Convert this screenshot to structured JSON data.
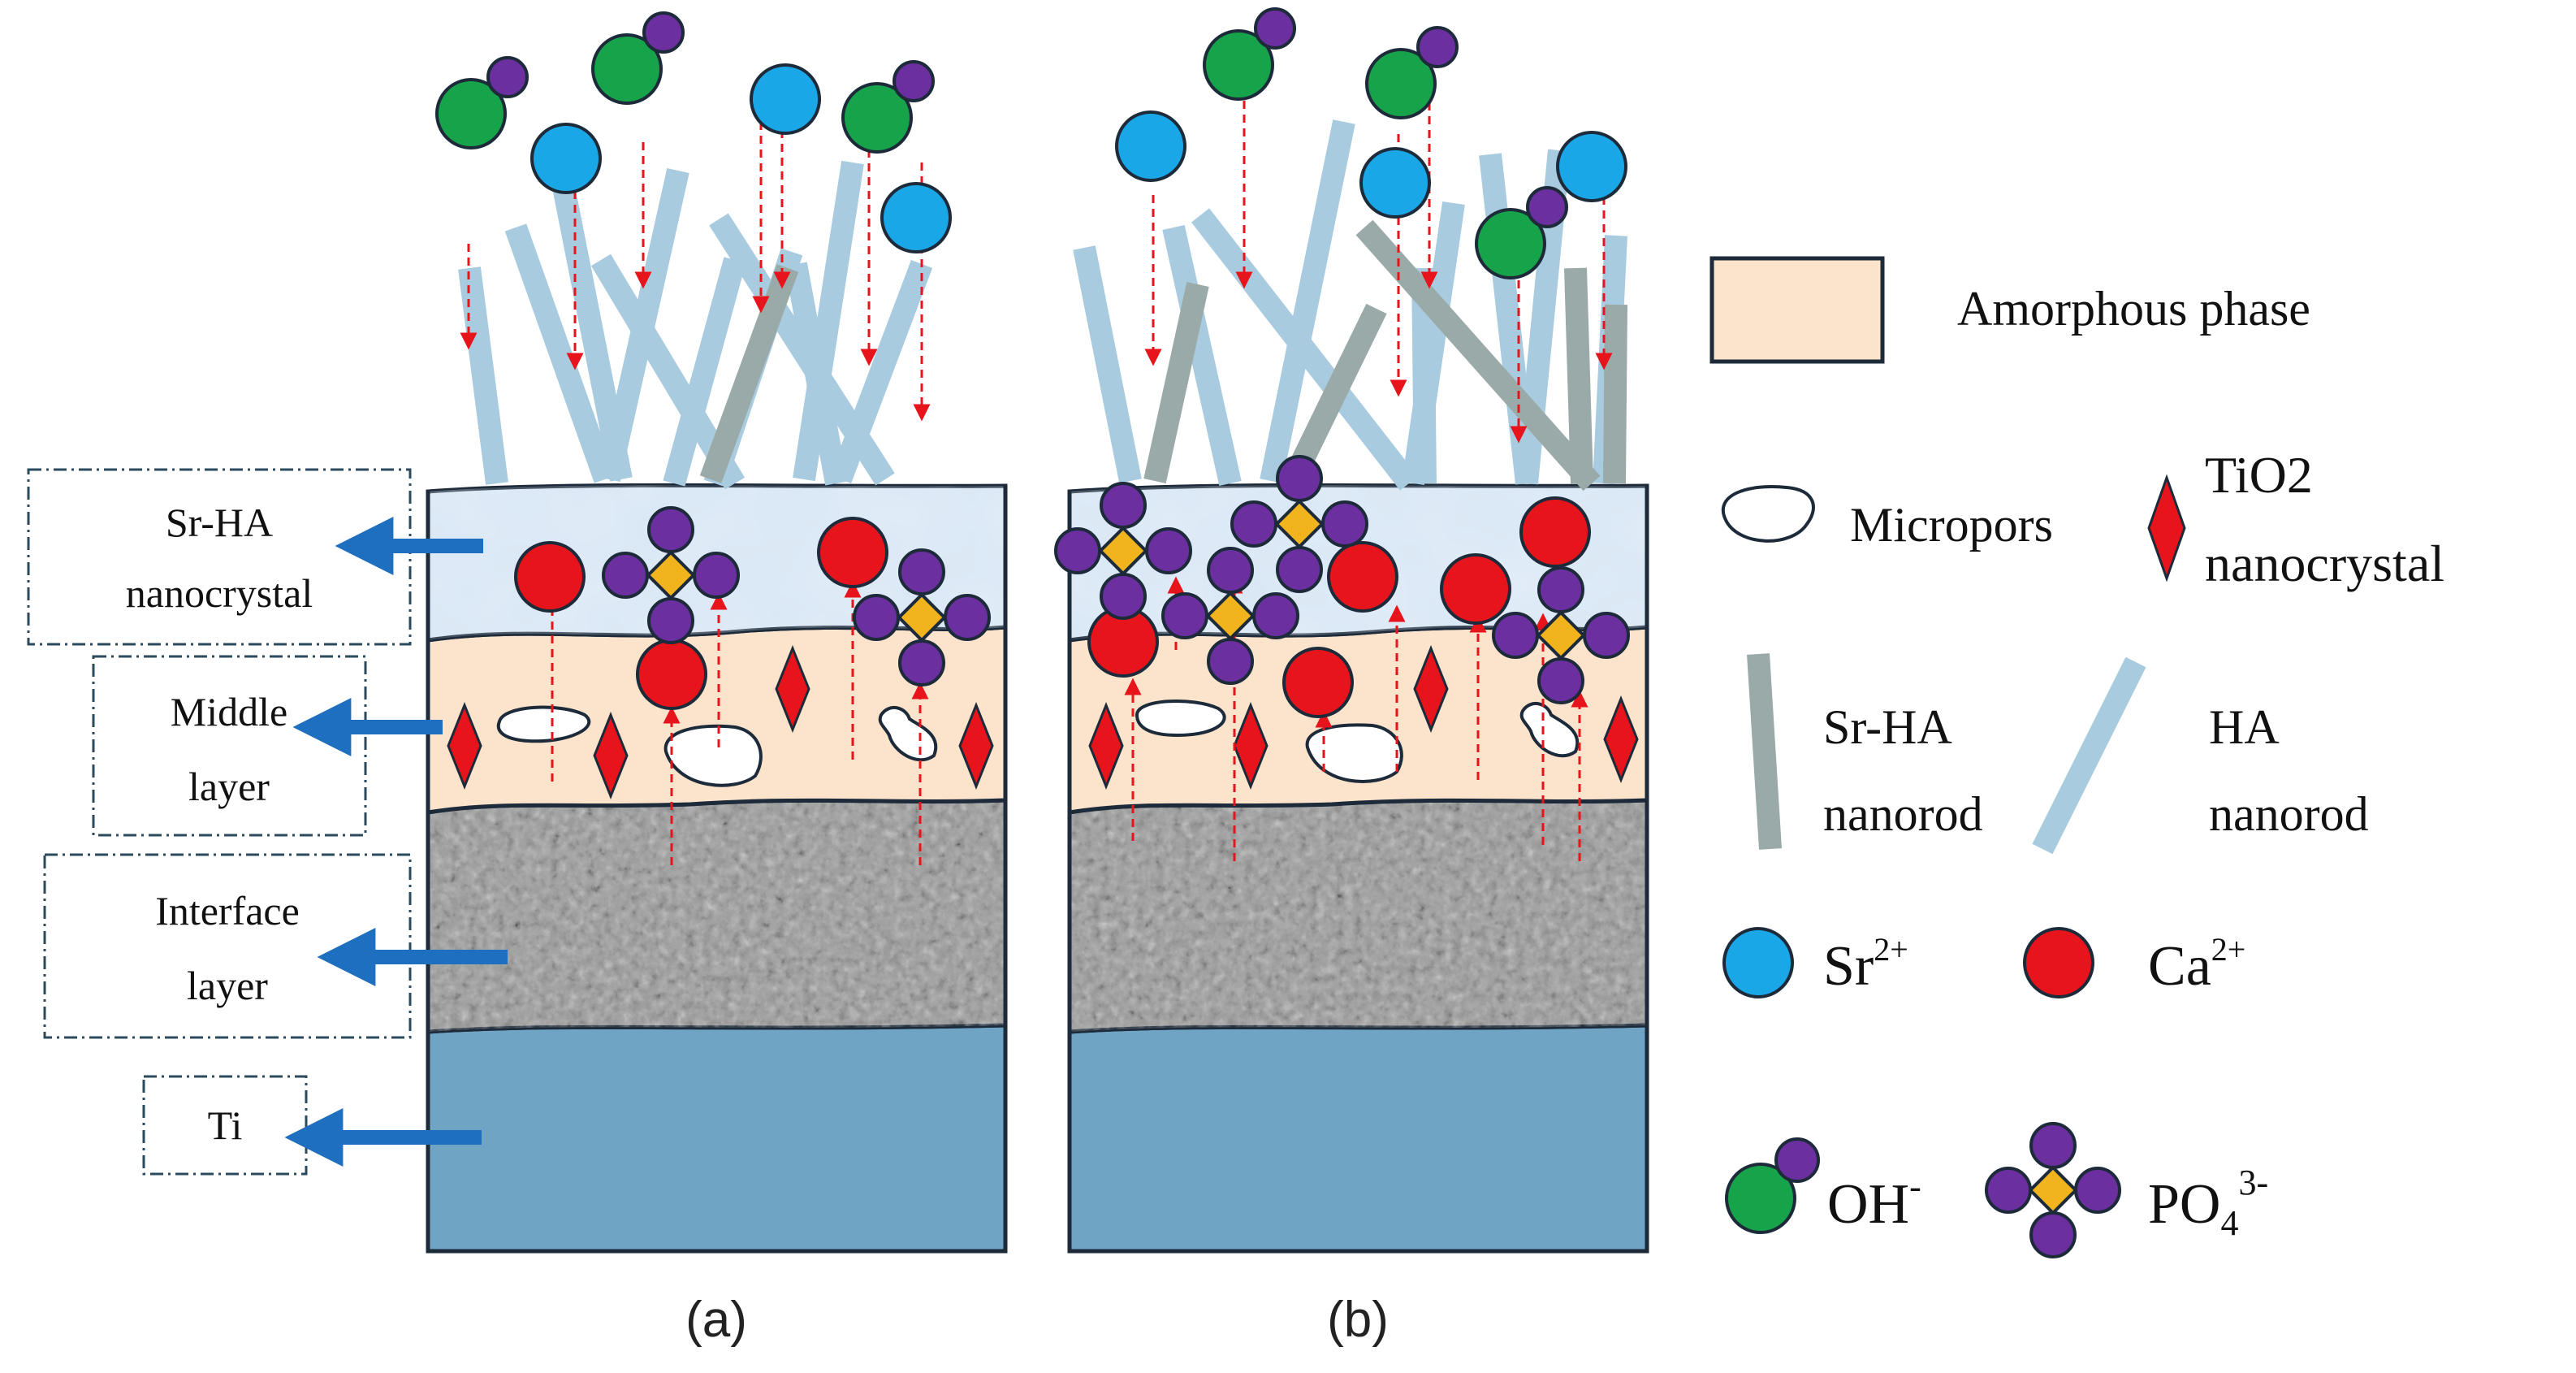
{
  "side_labels": {
    "sr_ha_nanocrystal": [
      "Sr-HA",
      "nanocrystal"
    ],
    "middle_layer": [
      "Middle",
      "layer"
    ],
    "interface_layer": [
      "Interface",
      "layer"
    ],
    "ti": "Ti"
  },
  "panel_captions": {
    "a": "(a)",
    "b": "(b)"
  },
  "legend": {
    "amorphous_phase": "Amorphous phase",
    "micropores": "Micropors",
    "tio2_line1": "TiO2",
    "tio2_line2": "nanocrystal",
    "sr_ha_nanorod_line1": "Sr-HA",
    "sr_ha_nanorod_line2": "nanorod",
    "ha_nanorod_line1": "HA",
    "ha_nanorod_line2": "nanorod",
    "sr_ion": "Sr",
    "sr_charge": "2+",
    "ca_ion": "Ca",
    "ca_charge": "2+",
    "oh_ion": "OH",
    "oh_charge": "-",
    "po4_ion": "PO",
    "po4_sub": "4",
    "po4_charge": "3-"
  },
  "colors": {
    "sr_ion": "#1aa7e8",
    "ca_ion": "#e8141c",
    "oh_main": "#16a34a",
    "oh_small": "#6b2fa0",
    "po4_center": "#f2b41c",
    "po4_outer": "#6b2fa0",
    "tio2": "#e8141c",
    "ha_nanorod": "#a9cbe0",
    "sr_ha_nanorod": "#9aaaa8",
    "amorphous_phase": "#fbe3cc",
    "nanocrystal_layer": "#d8e6f4",
    "interface_layer": "#9d9d9d",
    "ti_substrate": "#6fa4c4",
    "side_arrow": "#1f6fc1",
    "diffusion_arrow": "#e8141c"
  }
}
